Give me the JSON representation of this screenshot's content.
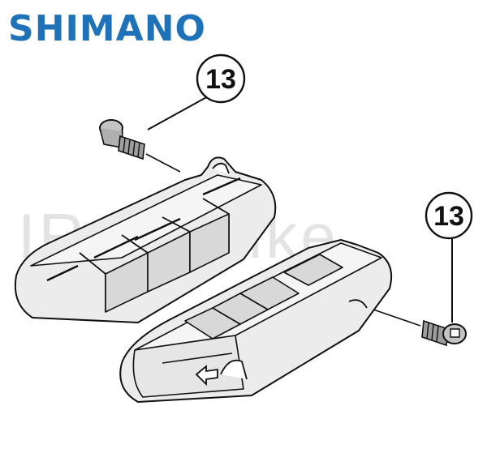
{
  "brand": {
    "name": "SHIMANO",
    "color": "#1f72b8"
  },
  "watermark": {
    "text": "IRAN Bike",
    "color": "#e3e3e3"
  },
  "callouts": [
    {
      "id": "upper-right-screw",
      "number": "13",
      "part": "fixing bolt"
    },
    {
      "id": "lower-right-screw",
      "number": "13",
      "part": "fixing bolt"
    }
  ],
  "parts": [
    {
      "name": "brake-shoe-left",
      "icon": "brake-shoe-icon"
    },
    {
      "name": "brake-shoe-right",
      "icon": "brake-shoe-icon"
    },
    {
      "name": "fixing-bolt-upper",
      "icon": "screw-icon"
    },
    {
      "name": "fixing-bolt-lower",
      "icon": "screw-icon"
    },
    {
      "name": "direction-arrow",
      "icon": "arrow-left-icon"
    }
  ],
  "line_color": "#111111",
  "fill_light": "#ececec",
  "fill_mid": "#d8d8d8",
  "fill_dark": "#9d9d9d"
}
